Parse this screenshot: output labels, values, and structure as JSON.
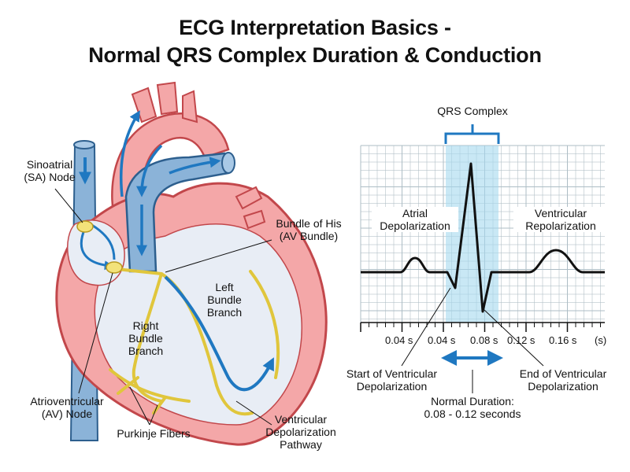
{
  "title": {
    "line1": "ECG Interpretation Basics -",
    "line2": "Normal QRS Complex Duration & Conduction"
  },
  "heart_labels": {
    "sa_node": [
      "Sinoatrial",
      "(SA) Node"
    ],
    "bundle_of_his": [
      "Bundle of His",
      "(AV Bundle)"
    ],
    "left_bundle": [
      "Left",
      "Bundle",
      "Branch"
    ],
    "right_bundle": [
      "Right",
      "Bundle",
      "Branch"
    ],
    "av_node": [
      "Atrioventricular",
      "(AV) Node"
    ],
    "purkinje": "Purkinje Fibers",
    "pathway": [
      "Ventricular",
      "Depolarization",
      "Pathway"
    ]
  },
  "ecg_labels": {
    "qrs_complex": "QRS Complex",
    "atrial": [
      "Atrial",
      "Depolarization"
    ],
    "ventricular_repol": [
      "Ventricular",
      "Repolarization"
    ],
    "start_vd": [
      "Start of Ventricular",
      "Depolarization"
    ],
    "end_vd": [
      "End of Ventricular",
      "Depolarization"
    ],
    "normal_duration": [
      "Normal Duration:",
      "0.08 - 0.12 seconds"
    ]
  },
  "time_axis": {
    "ticks": [
      "0.04 s",
      "0.04 s",
      "0.08 s",
      "0.12 s",
      "0.16 s"
    ],
    "unit": "(s)"
  },
  "colors": {
    "heart_wall": "#f4a7a8",
    "heart_outline": "#c2474b",
    "chamber": "#e8edf5",
    "vessel_blue": "#8bb3d8",
    "arrow_blue": "#1f78c1",
    "conduction_yellow": "#f3e27a",
    "qrs_band": "#bfe4f3",
    "grid": "#c9c9c9"
  }
}
